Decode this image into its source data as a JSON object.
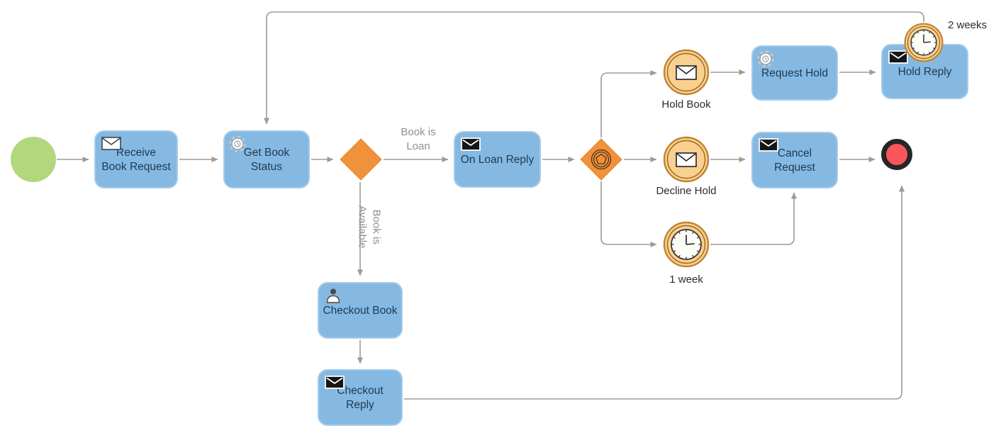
{
  "diagram": {
    "type": "bpmn-process",
    "colors": {
      "task_fill": "#85b9e2",
      "task_border": "#a6cbe9",
      "task_text": "#1d3a52",
      "gateway_fill": "#f0913b",
      "event_fill": "#f9d08f",
      "event_ring": "#b06f25",
      "start_fill": "#b3d77d",
      "end_fill": "#f7575c",
      "end_ring": "#262626",
      "connector": "#9b9b9b",
      "edge_label_text": "#8f8f8f",
      "label_text": "#2b2b2b"
    },
    "nodes": {
      "start_event": {
        "type": "start-event"
      },
      "receive_book_request": {
        "label": "Receive\nBook Request",
        "icon": "message"
      },
      "get_book_status": {
        "label": "Get Book\nStatus",
        "icon": "gear"
      },
      "gateway_book_status": {
        "type": "exclusive-gateway"
      },
      "on_loan_reply": {
        "label": "On Loan Reply",
        "icon": "message-filled"
      },
      "event_gateway": {
        "type": "event-based-gateway",
        "icon": "pentagon"
      },
      "hold_book": {
        "label": "Hold Book",
        "icon": "message"
      },
      "request_hold": {
        "label": "Request Hold",
        "icon": "gear"
      },
      "hold_reply": {
        "label": "Hold Reply",
        "icon": "message-filled"
      },
      "timer_2_weeks": {
        "label": "2 weeks",
        "icon": "clock"
      },
      "decline_hold": {
        "label": "Decline Hold",
        "icon": "message"
      },
      "cancel_request": {
        "label": "Cancel Request",
        "icon": "message-filled"
      },
      "timer_1_week": {
        "label": "1 week",
        "icon": "clock"
      },
      "checkout_book": {
        "label": "Checkout Book",
        "icon": "user"
      },
      "checkout_reply": {
        "label": "Checkout Reply",
        "icon": "message-filled"
      },
      "end_event": {
        "type": "end-event"
      }
    },
    "edge_labels": {
      "book_is_loan": "Book is\nLoan",
      "book_is_available": "Book is\nAvailable"
    }
  }
}
